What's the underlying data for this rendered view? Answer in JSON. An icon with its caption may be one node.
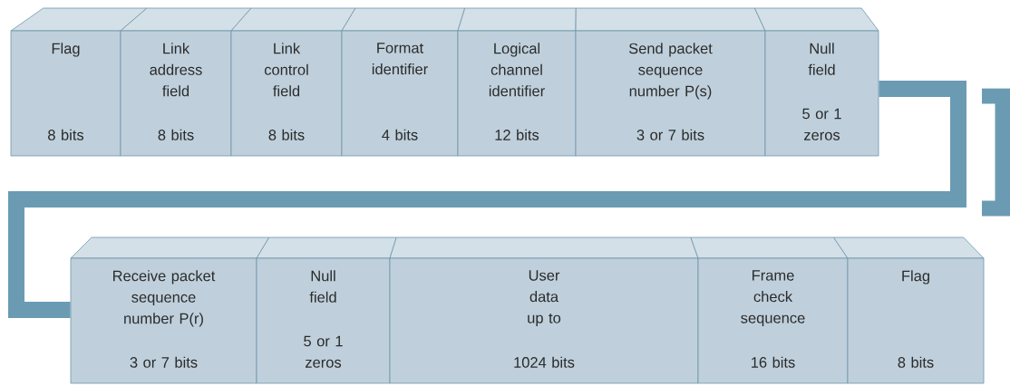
{
  "diagram": {
    "nodes": [
      {
        "text": [
          "Flag",
          "8 bits"
        ]
      },
      {
        "text": [
          "Link address field",
          "8 bits"
        ]
      },
      {
        "text": [
          "Link control field",
          "8 bits"
        ]
      },
      {
        "text": [
          "Format identifier",
          "4 bits"
        ]
      },
      {
        "text": [
          "Logical channel identifier",
          "12 bits"
        ]
      },
      {
        "text": [
          "Send packet sequence number P(s)",
          "3 or 7 bits"
        ]
      },
      {
        "text": [
          "Null field",
          "5 or 1 zeros"
        ]
      },
      {
        "text": [
          "Receive packet sequence number P(r)",
          "3 or 7 bits"
        ]
      },
      {
        "text": [
          "Null field",
          "5 or 1 zeros"
        ]
      },
      {
        "text": [
          "User data up to",
          "1024 bits"
        ]
      },
      {
        "text": [
          "Frame check sequence",
          "16 bits"
        ]
      },
      {
        "text": [
          "Flag",
          "8 bits"
        ]
      }
    ],
    "edges": [
      {
        "from": 6,
        "to": 7,
        "arrow": "none",
        "color": "#6b9bb3"
      }
    ]
  }
}
